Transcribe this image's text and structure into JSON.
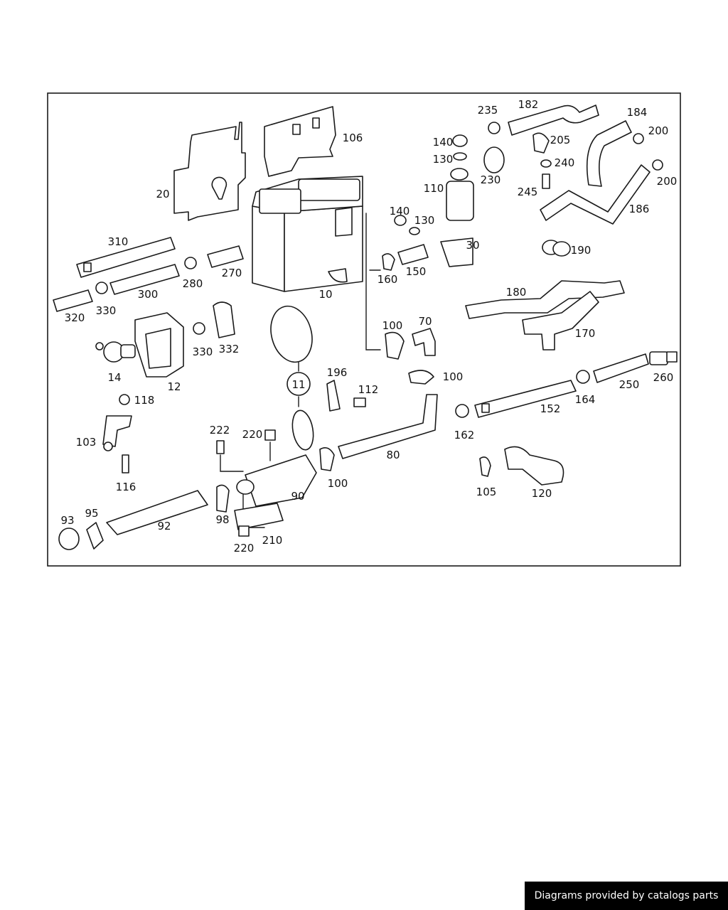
{
  "diagram": {
    "callout_labels": [
      "10",
      "11",
      "12",
      "14",
      "20",
      "30",
      "70",
      "80",
      "90",
      "92",
      "93",
      "95",
      "98",
      "100",
      "100",
      "100",
      "103",
      "105",
      "106",
      "110",
      "112",
      "116",
      "118",
      "120",
      "130",
      "130",
      "140",
      "140",
      "150",
      "152",
      "160",
      "162",
      "164",
      "170",
      "180",
      "182",
      "184",
      "186",
      "190",
      "196",
      "200",
      "200",
      "205",
      "210",
      "220",
      "220",
      "222",
      "230",
      "235",
      "240",
      "245",
      "250",
      "260",
      "270",
      "280",
      "300",
      "310",
      "320",
      "330",
      "330",
      "332"
    ]
  },
  "footer": {
    "credit": "Diagrams provided by catalogs parts"
  },
  "colors": {
    "line": "#1a1a1a",
    "background": "#ffffff",
    "badge": "#000000"
  }
}
